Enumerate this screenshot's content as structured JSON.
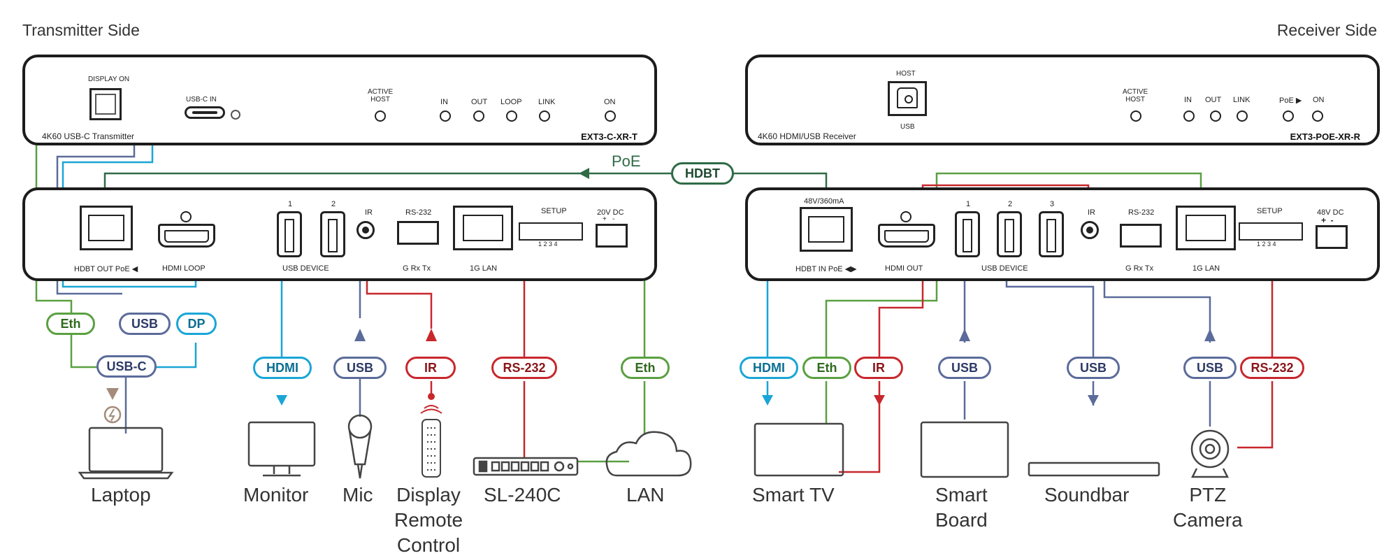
{
  "transmitter": {
    "side_label": "Transmitter Side",
    "front": {
      "display_on": "DISPLAY ON",
      "usbc_in": "USB-C IN",
      "active_host": "ACTIVE\nHOST",
      "leds": [
        "IN",
        "OUT",
        "LOOP",
        "LINK",
        "ON"
      ],
      "product_name": "4K60 USB-C Transmitter",
      "model": "EXT3-C-XR-T"
    },
    "rear": {
      "hdbt_out_poe": "HDBT OUT PoE ◀",
      "hdmi_loop": "HDMI LOOP",
      "usb_ports": [
        "1",
        "2"
      ],
      "usb_device": "USB DEVICE",
      "ir": "IR",
      "rs232": "RS-232",
      "rs232_pins": "G  Rx  Tx",
      "lan": "1G LAN",
      "setup": "SETUP",
      "dip_numbers": "1 2 3 4",
      "power": "20V DC",
      "power_polarity": "+   -"
    }
  },
  "receiver": {
    "side_label": "Receiver Side",
    "front": {
      "host": "HOST",
      "usb": "USB",
      "active_host": "ACTIVE\nHOST",
      "leds": [
        "IN",
        "OUT",
        "LINK",
        "PoE ▶",
        "ON"
      ],
      "product_name": "4K60 HDMI/USB Receiver",
      "model": "EXT3-POE-XR-R"
    },
    "rear": {
      "power_rating": "48V/360mA",
      "hdbt_in_poe": "HDBT IN PoE ◀▶",
      "hdmi_out": "HDMI OUT",
      "usb_ports": [
        "1",
        "2",
        "3"
      ],
      "usb_device": "USB DEVICE",
      "ir": "IR",
      "rs232": "RS-232",
      "rs232_pins": "G  Rx  Tx",
      "lan": "1G LAN",
      "setup": "SETUP",
      "dip_numbers": "1 2 3 4",
      "power": "48V DC",
      "power_polarity": "+  -"
    }
  },
  "link": {
    "poe": "PoE",
    "hdbt": "HDBT"
  },
  "pills": {
    "eth_tx": "Eth",
    "usb_tx": "USB",
    "dp": "DP",
    "usbc": "USB-C",
    "hdmi_tx": "HDMI",
    "usb_mic": "USB",
    "ir_tx": "IR",
    "rs232_tx": "RS-232",
    "eth_lan": "Eth",
    "hdmi_rx": "HDMI",
    "eth_rx": "Eth",
    "ir_rx": "IR",
    "usb_board": "USB",
    "usb_sound": "USB",
    "usb_cam": "USB",
    "rs232_rx": "RS-232"
  },
  "devices": {
    "laptop": "Laptop",
    "monitor": "Monitor",
    "mic": "Mic",
    "remote": "Display\nRemote\nControl",
    "switcher": "SL-240C",
    "lan": "LAN",
    "smart_tv": "Smart TV",
    "smart_board": "Smart\nBoard",
    "soundbar": "Soundbar",
    "ptz_camera": "PTZ\nCamera"
  },
  "colors": {
    "usb": "#5b6b9a",
    "eth": "#5aa041",
    "hdmi": "#19a6d6",
    "ir_rs232": "#c8272c",
    "hdbt": "#2f6b46",
    "power": "#a58b7a"
  }
}
